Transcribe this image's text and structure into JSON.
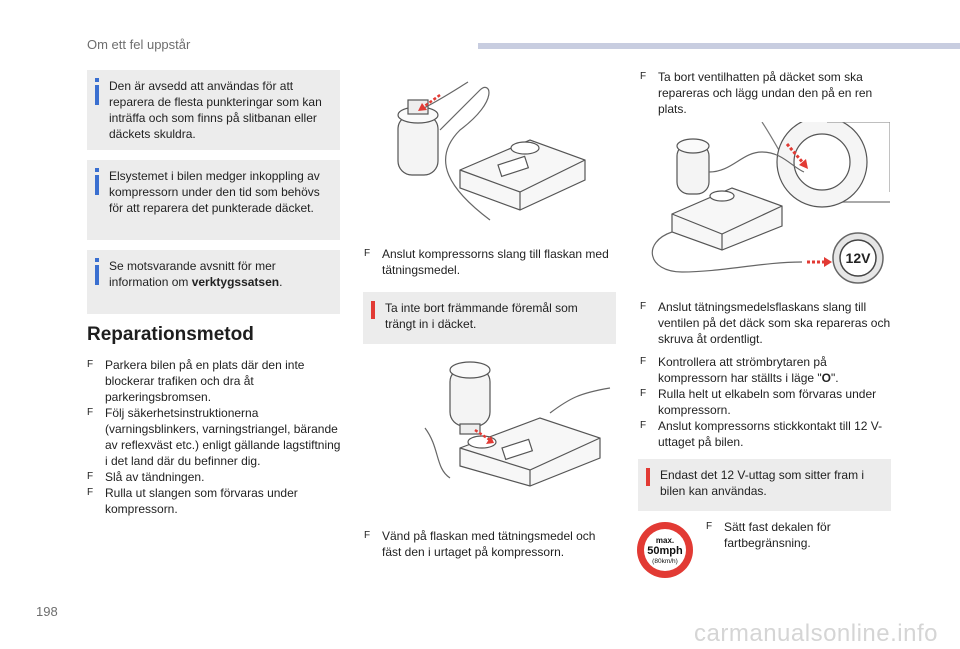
{
  "header": {
    "title": "Om ett fel uppstår"
  },
  "page_number": "198",
  "watermark": "carmanualsonline.info",
  "notes": {
    "info1": "Den är avsedd att användas för att reparera de flesta punkteringar som kan inträffa och som finns på slitbanan eller däckets skuldra.",
    "info2": "Elsystemet i bilen medger inkoppling av kompressorn under den tid som behövs för att reparera det punkterade däcket.",
    "info3_prefix": "Se motsvarande avsnitt för mer information om ",
    "info3_bold": "verktygssatsen",
    "info3_suffix": ".",
    "warn1": "Ta inte bort främmande föremål som trängt in i däcket.",
    "warn2": "Endast det 12 V-uttag som sitter fram i bilen kan användas."
  },
  "section_title": "Reparationsmetod",
  "bullet_symbol": "F",
  "steps_col1": [
    "Parkera bilen på en plats där den inte blockerar trafiken och dra åt parkeringsbromsen.",
    "Följ säkerhetsinstruktionerna (varningsblinkers, varningstriangel, bärande av reflexväst etc.) enligt gällande lagstiftning i det land där du befinner dig.",
    "Slå av tändningen.",
    "Rulla ut slangen som förvaras under kompressorn."
  ],
  "steps_col2": {
    "a": "Anslut kompressorns slang till flaskan med tätningsmedel.",
    "b": "Vänd på flaskan med tätningsmedel och fäst den i urtaget på kompressorn."
  },
  "steps_col3": {
    "a": "Ta bort ventilhatten på däcket som ska repareras och lägg undan den på en ren plats.",
    "b": "Anslut tätningsmedelsflaskans slang till ventilen på det däck som ska repareras och skruva åt ordentligt.",
    "c_prefix": "Kontrollera att strömbrytaren på kompressorn har ställts i läge \"",
    "c_bold": "O",
    "c_suffix": "\".",
    "d": "Rulla helt ut elkabeln som förvaras under kompressorn.",
    "e": "Anslut kompressorns stickkontakt till 12 V-uttaget på bilen.",
    "f": "Sätt fast dekalen för fartbegränsning."
  },
  "socket_label": "12V",
  "speed_sign": {
    "top": "max.",
    "mid": "50mph",
    "bottom": "(80km/h)"
  },
  "colors": {
    "info": "#3a6fd0",
    "warning": "#e23a34",
    "note_bg": "#ececec",
    "accent_arrow": "#e23a34"
  }
}
